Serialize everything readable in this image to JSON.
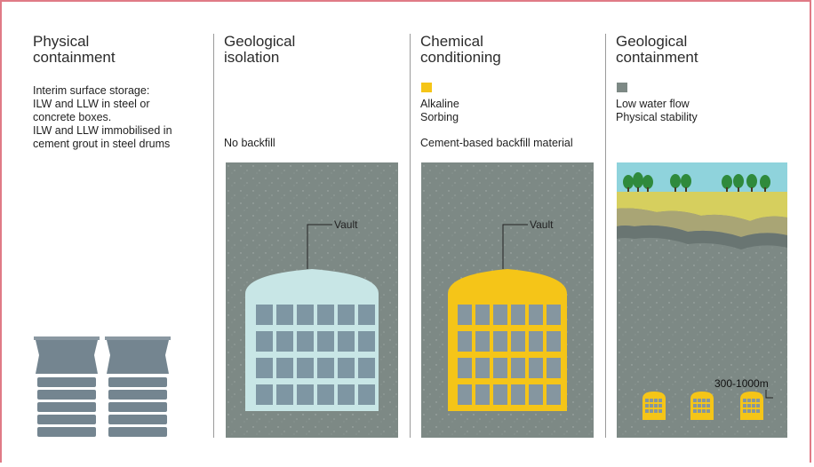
{
  "columns": [
    {
      "title": "Physical\ncontainment",
      "description": "Interim surface storage:\nILW and LLW in steel or\nconcrete boxes.\nILW and LLW immobilised in\ncement grout in steel drums"
    },
    {
      "title": "Geological\nisolation",
      "note": "No backfill",
      "vault_label": "Vault"
    },
    {
      "title": "Chemical\nconditioning",
      "legend": "Alkaline\nSorbing",
      "note": "Cement-based backfill material",
      "vault_label": "Vault"
    },
    {
      "title": "Geological\ncontainment",
      "legend": "Low water flow\nPhysical stability",
      "depth_label": "300-1000m"
    }
  ],
  "colors": {
    "border": "#e07a86",
    "rock": "#7d8985",
    "vault_fill": "#c8e6e6",
    "backfill": "#f5c518",
    "sky": "#8fd3dc",
    "soil": "#d6cf5e",
    "tree": "#2f8a3c",
    "steel": "#748590"
  }
}
